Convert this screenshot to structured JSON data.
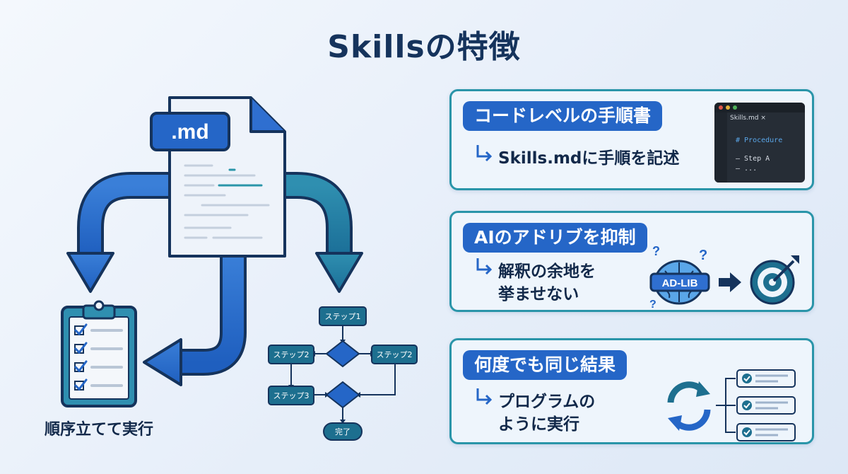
{
  "title": "Skillsの特徴",
  "file": {
    "badge": ".md"
  },
  "checklist": {
    "caption": "順序立てて実行"
  },
  "flowchart": {
    "step1": "ステップ1",
    "step2_left": "ステップ2",
    "step2_right": "ステップ2",
    "step3": "ステップ3",
    "done": "完了"
  },
  "cards": [
    {
      "heading": "コードレベルの手順書",
      "line1": "Skills.mdに手順を記述",
      "line2": ""
    },
    {
      "heading": "AIのアドリブを抑制",
      "line1": "解釈の余地を",
      "line2": "挙ませない",
      "badge": "AD-LIB"
    },
    {
      "heading": "何度でも同じ結果",
      "line1": "プログラムの",
      "line2": "ように実行"
    }
  ],
  "editor": {
    "tab": "Skills.md ×",
    "line1": "# Procedure",
    "line2": "– Step A",
    "line3": "– ..."
  },
  "colors": {
    "primary": "#2566c7",
    "teal": "#2a95a9",
    "navy": "#15335c"
  }
}
